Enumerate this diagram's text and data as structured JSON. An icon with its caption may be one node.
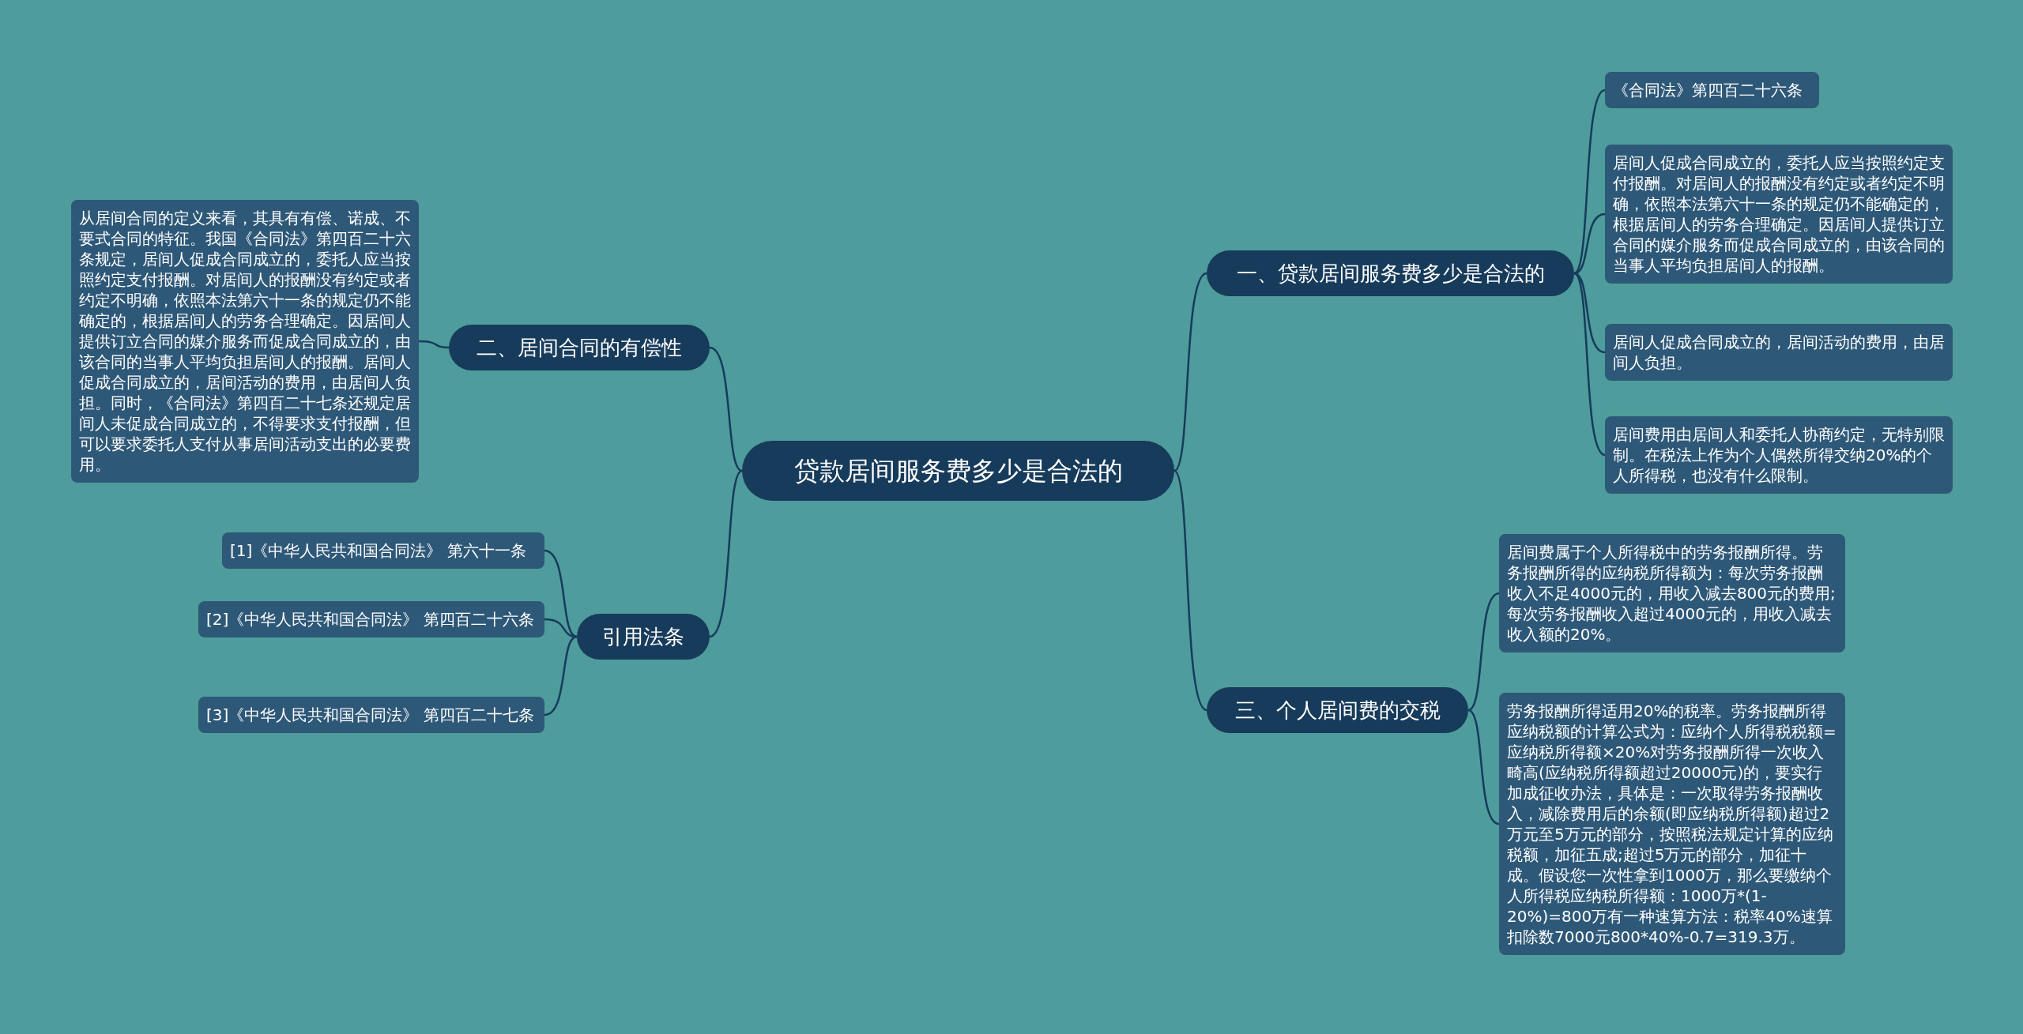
{
  "diagram": {
    "nodes": [
      {
        "text": [
          "贷款居间服务费多少是合法的"
        ]
      },
      {
        "text": [
          "一、贷款居间服务费多少是合法的"
        ]
      },
      {
        "text": [
          "《合同法》第四百二十六条"
        ]
      },
      {
        "text": [
          "居间人促成合同成立的，委托人应当按照约定支付报酬。对居间人的报酬没有约定或者约定不明确，依照本法第六十一条的规定仍不能确定的，根据居间人的劳务合理确定。因居间人提供订立合同的媒介服务而促成合同成立的，由该合同的当事人平均负担居间人的报酬。"
        ]
      },
      {
        "text": [
          "居间人促成合同成立的，居间活动的费用，由居间人负担。"
        ]
      },
      {
        "text": [
          "居间费用由居间人和委托人协商约定，无特别限制。在税法上作为个人偶然所得交纳20%的个人所得税，也没有什么限制。"
        ]
      },
      {
        "text": [
          "二、居间合同的有偿性"
        ]
      },
      {
        "text": [
          "从居间合同的定义来看，其具有有偿、诺成、不要式合同的特征。我国《合同法》第四百二十六条规定，居间人促成合同成立的，委托人应当按照约定支付报酬。对居间人的报酬没有约定或者约定不明确，依照本法第六十一条的规定仍不能确定的，根据居间人的劳务合理确定。因居间人提供订立合同的媒介服务而促成合同成立的，由该合同的当事人平均负担居间人的报酬。居间人促成合同成立的，居间活动的费用，由居间人负担。同时，《合同法》第四百二十七条还规定居间人未促成合同成立的，不得要求支付报酬，但可以要求委托人支付从事居间活动支出的必要费用。"
        ]
      },
      {
        "text": [
          "引用法条"
        ]
      },
      {
        "text": [
          "[1]《中华人民共和国合同法》 第六十一条"
        ]
      },
      {
        "text": [
          "[2]《中华人民共和国合同法》 第四百二十六条"
        ]
      },
      {
        "text": [
          "[3]《中华人民共和国合同法》 第四百二十七条"
        ]
      },
      {
        "text": [
          "三、个人居间费的交税"
        ]
      },
      {
        "text": [
          "居间费属于个人所得税中的劳务报酬所得。劳务报酬所得的应纳税所得额为：每次劳务报酬收入不足4000元的，用收入减去800元的费用;每次劳务报酬收入超过4000元的，用收入减去收入额的20%。"
        ]
      },
      {
        "text": [
          "劳务报酬所得适用20%的税率。劳务报酬所得应纳税额的计算公式为：应纳个人所得税税额=应纳税所得额×20%对劳务报酬所得一次收入畸高(应纳税所得额超过20000元)的，要实行加成征收办法，具体是：一次取得劳务报酬收入，减除费用后的余额(即应纳税所得额)超过2万元至5万元的部分，按照税法规定计算的应纳税额，加征五成;超过5万元的部分，加征十成。假设您一次性拿到1000万，那么要缴纳个人所得税应纳税所得额：1000万*(1-20%)=800万有一种速算方法：税率40%速算扣除数7000元800*40%-0.7=319.3万。"
        ]
      }
    ],
    "edges": [
      {
        "from": 0,
        "to": 1,
        "arrow": "none"
      },
      {
        "from": 1,
        "to": 2,
        "arrow": "none"
      },
      {
        "from": 1,
        "to": 3,
        "arrow": "none"
      },
      {
        "from": 1,
        "to": 4,
        "arrow": "none"
      },
      {
        "from": 1,
        "to": 5,
        "arrow": "none"
      },
      {
        "from": 0,
        "to": 6,
        "arrow": "none"
      },
      {
        "from": 6,
        "to": 7,
        "arrow": "none"
      },
      {
        "from": 0,
        "to": 8,
        "arrow": "none"
      },
      {
        "from": 8,
        "to": 9,
        "arrow": "none"
      },
      {
        "from": 8,
        "to": 10,
        "arrow": "none"
      },
      {
        "from": 8,
        "to": 11,
        "arrow": "none"
      },
      {
        "from": 0,
        "to": 12,
        "arrow": "none"
      },
      {
        "from": 12,
        "to": 13,
        "arrow": "none"
      },
      {
        "from": 12,
        "to": 14,
        "arrow": "none"
      }
    ]
  }
}
